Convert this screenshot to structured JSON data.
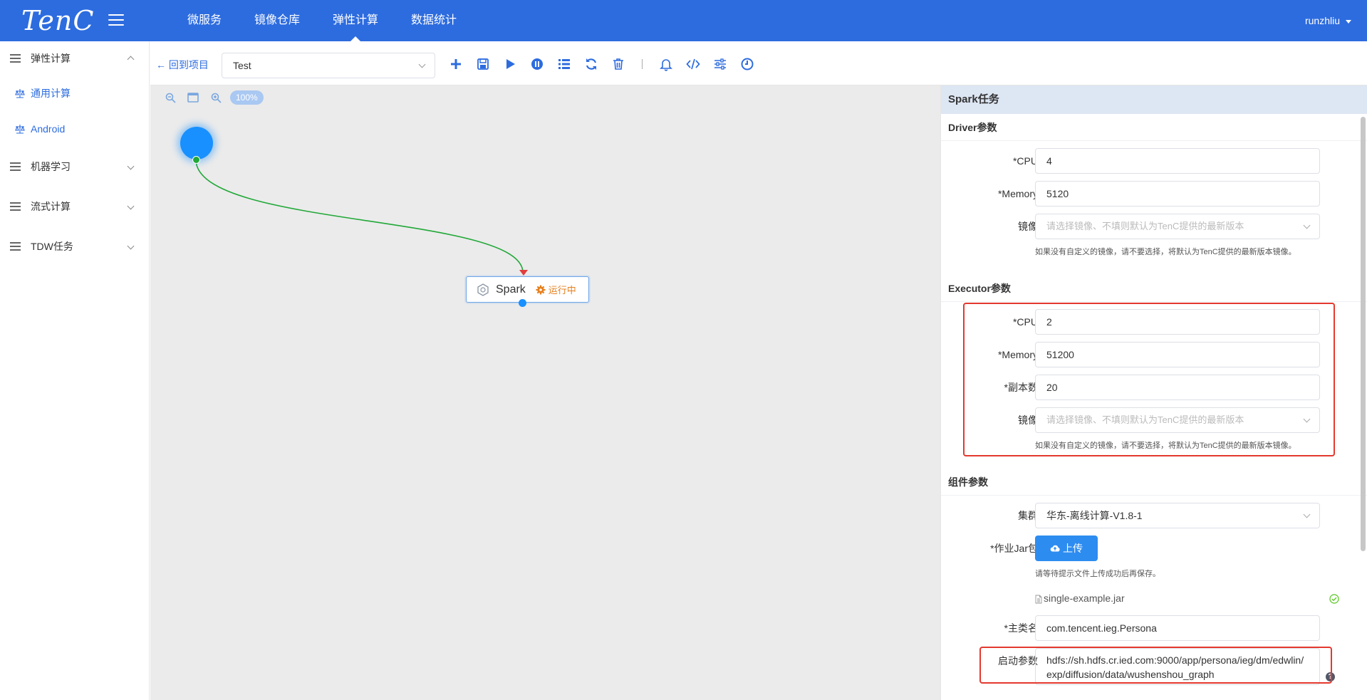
{
  "app": {
    "logo": "TenC",
    "user": "runzhliu"
  },
  "topnav": {
    "items": [
      {
        "label": "微服务"
      },
      {
        "label": "镜像仓库"
      },
      {
        "label": "弹性计算"
      },
      {
        "label": "数据统计"
      }
    ],
    "active_index": 2
  },
  "sidebar": {
    "group_elastic": "弹性计算",
    "sub_general": "通用计算",
    "sub_android": "Android",
    "group_ml": "机器学习",
    "group_stream": "流式计算",
    "group_tdw": "TDW任务"
  },
  "toolbar": {
    "back": "← 回到项目",
    "project": "Test",
    "icons": [
      "add-icon",
      "save-icon",
      "play-icon",
      "stop-icon",
      "list-icon",
      "refresh-icon",
      "delete-icon",
      "bell-icon",
      "code-icon",
      "sliders-icon",
      "clock-icon"
    ]
  },
  "canvas": {
    "zoom": "100%",
    "node_label": "Spark",
    "node_status": "运行中"
  },
  "panel": {
    "title": "Spark任务",
    "driver": {
      "title": "Driver参数",
      "cpu_label": "*CPU",
      "cpu": "4",
      "mem_label": "*Memory",
      "mem": "5120",
      "image_label": "镜像",
      "image_placeholder": "请选择镜像、不填则默认为TenC提供的最新版本",
      "image_hint": "如果没有自定义的镜像，请不要选择，将默认为TenC提供的最新版本镜像。"
    },
    "executor": {
      "title": "Executor参数",
      "cpu_label": "*CPU",
      "cpu": "2",
      "mem_label": "*Memory",
      "mem": "51200",
      "replica_label": "*副本数",
      "replicas": "20",
      "image_label": "镜像",
      "image_placeholder": "请选择镜像、不填则默认为TenC提供的最新版本",
      "image_hint": "如果没有自定义的镜像，请不要选择，将默认为TenC提供的最新版本镜像。"
    },
    "component": {
      "title": "组件参数",
      "cluster_label": "集群",
      "cluster": "华东-离线计算-V1.8-1",
      "jar_label": "*作业Jar包",
      "upload_label": "上传",
      "upload_hint": "请等待提示文件上传成功后再保存。",
      "file_name": "single-example.jar",
      "main_class_label": "*主类名",
      "main_class": "com.tencent.ieg.Persona",
      "args_label": "启动参数",
      "args": "hdfs://sh.hdfs.cr.ied.com:9000/app/persona/ieg/dm/edwlin/exp/diffusion/data/wushenshou_graph"
    }
  },
  "colors": {
    "primary": "#2d6cdf",
    "accent_button": "#2d8cf0",
    "status_running": "#e6801f",
    "annotation": "#e4392f",
    "edge": "#21a838"
  }
}
